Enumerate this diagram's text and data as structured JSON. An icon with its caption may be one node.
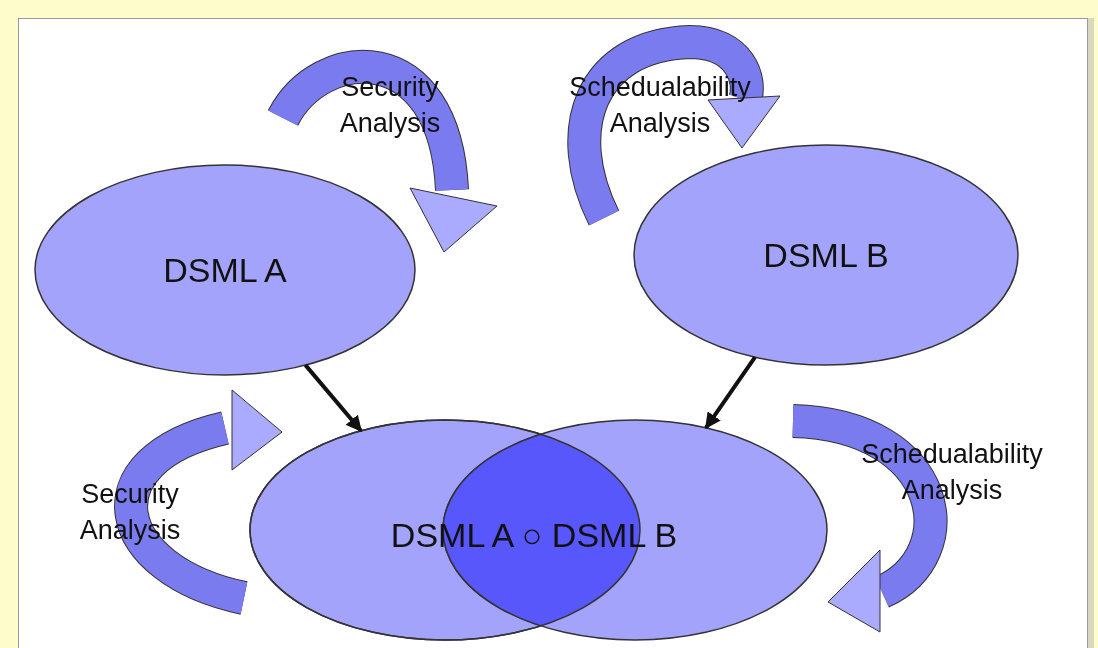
{
  "diagram": {
    "nodes": [
      {
        "text": [
          "DSML A"
        ]
      },
      {
        "text": [
          "DSML B"
        ]
      },
      {
        "text": [
          "DSML A ○ DSML B"
        ]
      }
    ],
    "edges": [
      {
        "from": 0,
        "to": 2,
        "arrow": "to"
      },
      {
        "from": 1,
        "to": 2,
        "arrow": "to"
      }
    ],
    "labels": [
      "Security Analysis",
      "Schedualability Analysis",
      "Security Analysis",
      "Schedualability Analysis"
    ]
  }
}
